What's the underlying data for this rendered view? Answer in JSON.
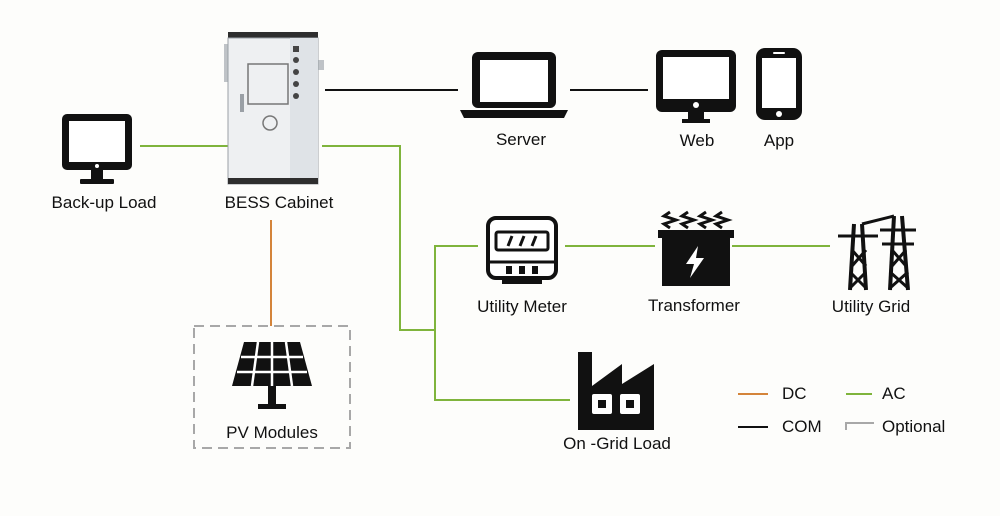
{
  "nodes": {
    "backup_load": "Back-up Load",
    "bess_cabinet": "BESS Cabinet",
    "server": "Server",
    "web": "Web",
    "app": "App",
    "utility_meter": "Utility Meter",
    "transformer": "Transformer",
    "utility_grid": "Utility Grid",
    "pv_modules": "PV Modules",
    "on_grid_load": "On -Grid Load"
  },
  "legend": {
    "dc": "DC",
    "ac": "AC",
    "com": "COM",
    "optional": "Optional"
  },
  "colors": {
    "dc": "#d4843a",
    "ac": "#7fb43c",
    "com": "#111111",
    "optional": "#a8a8a8"
  }
}
